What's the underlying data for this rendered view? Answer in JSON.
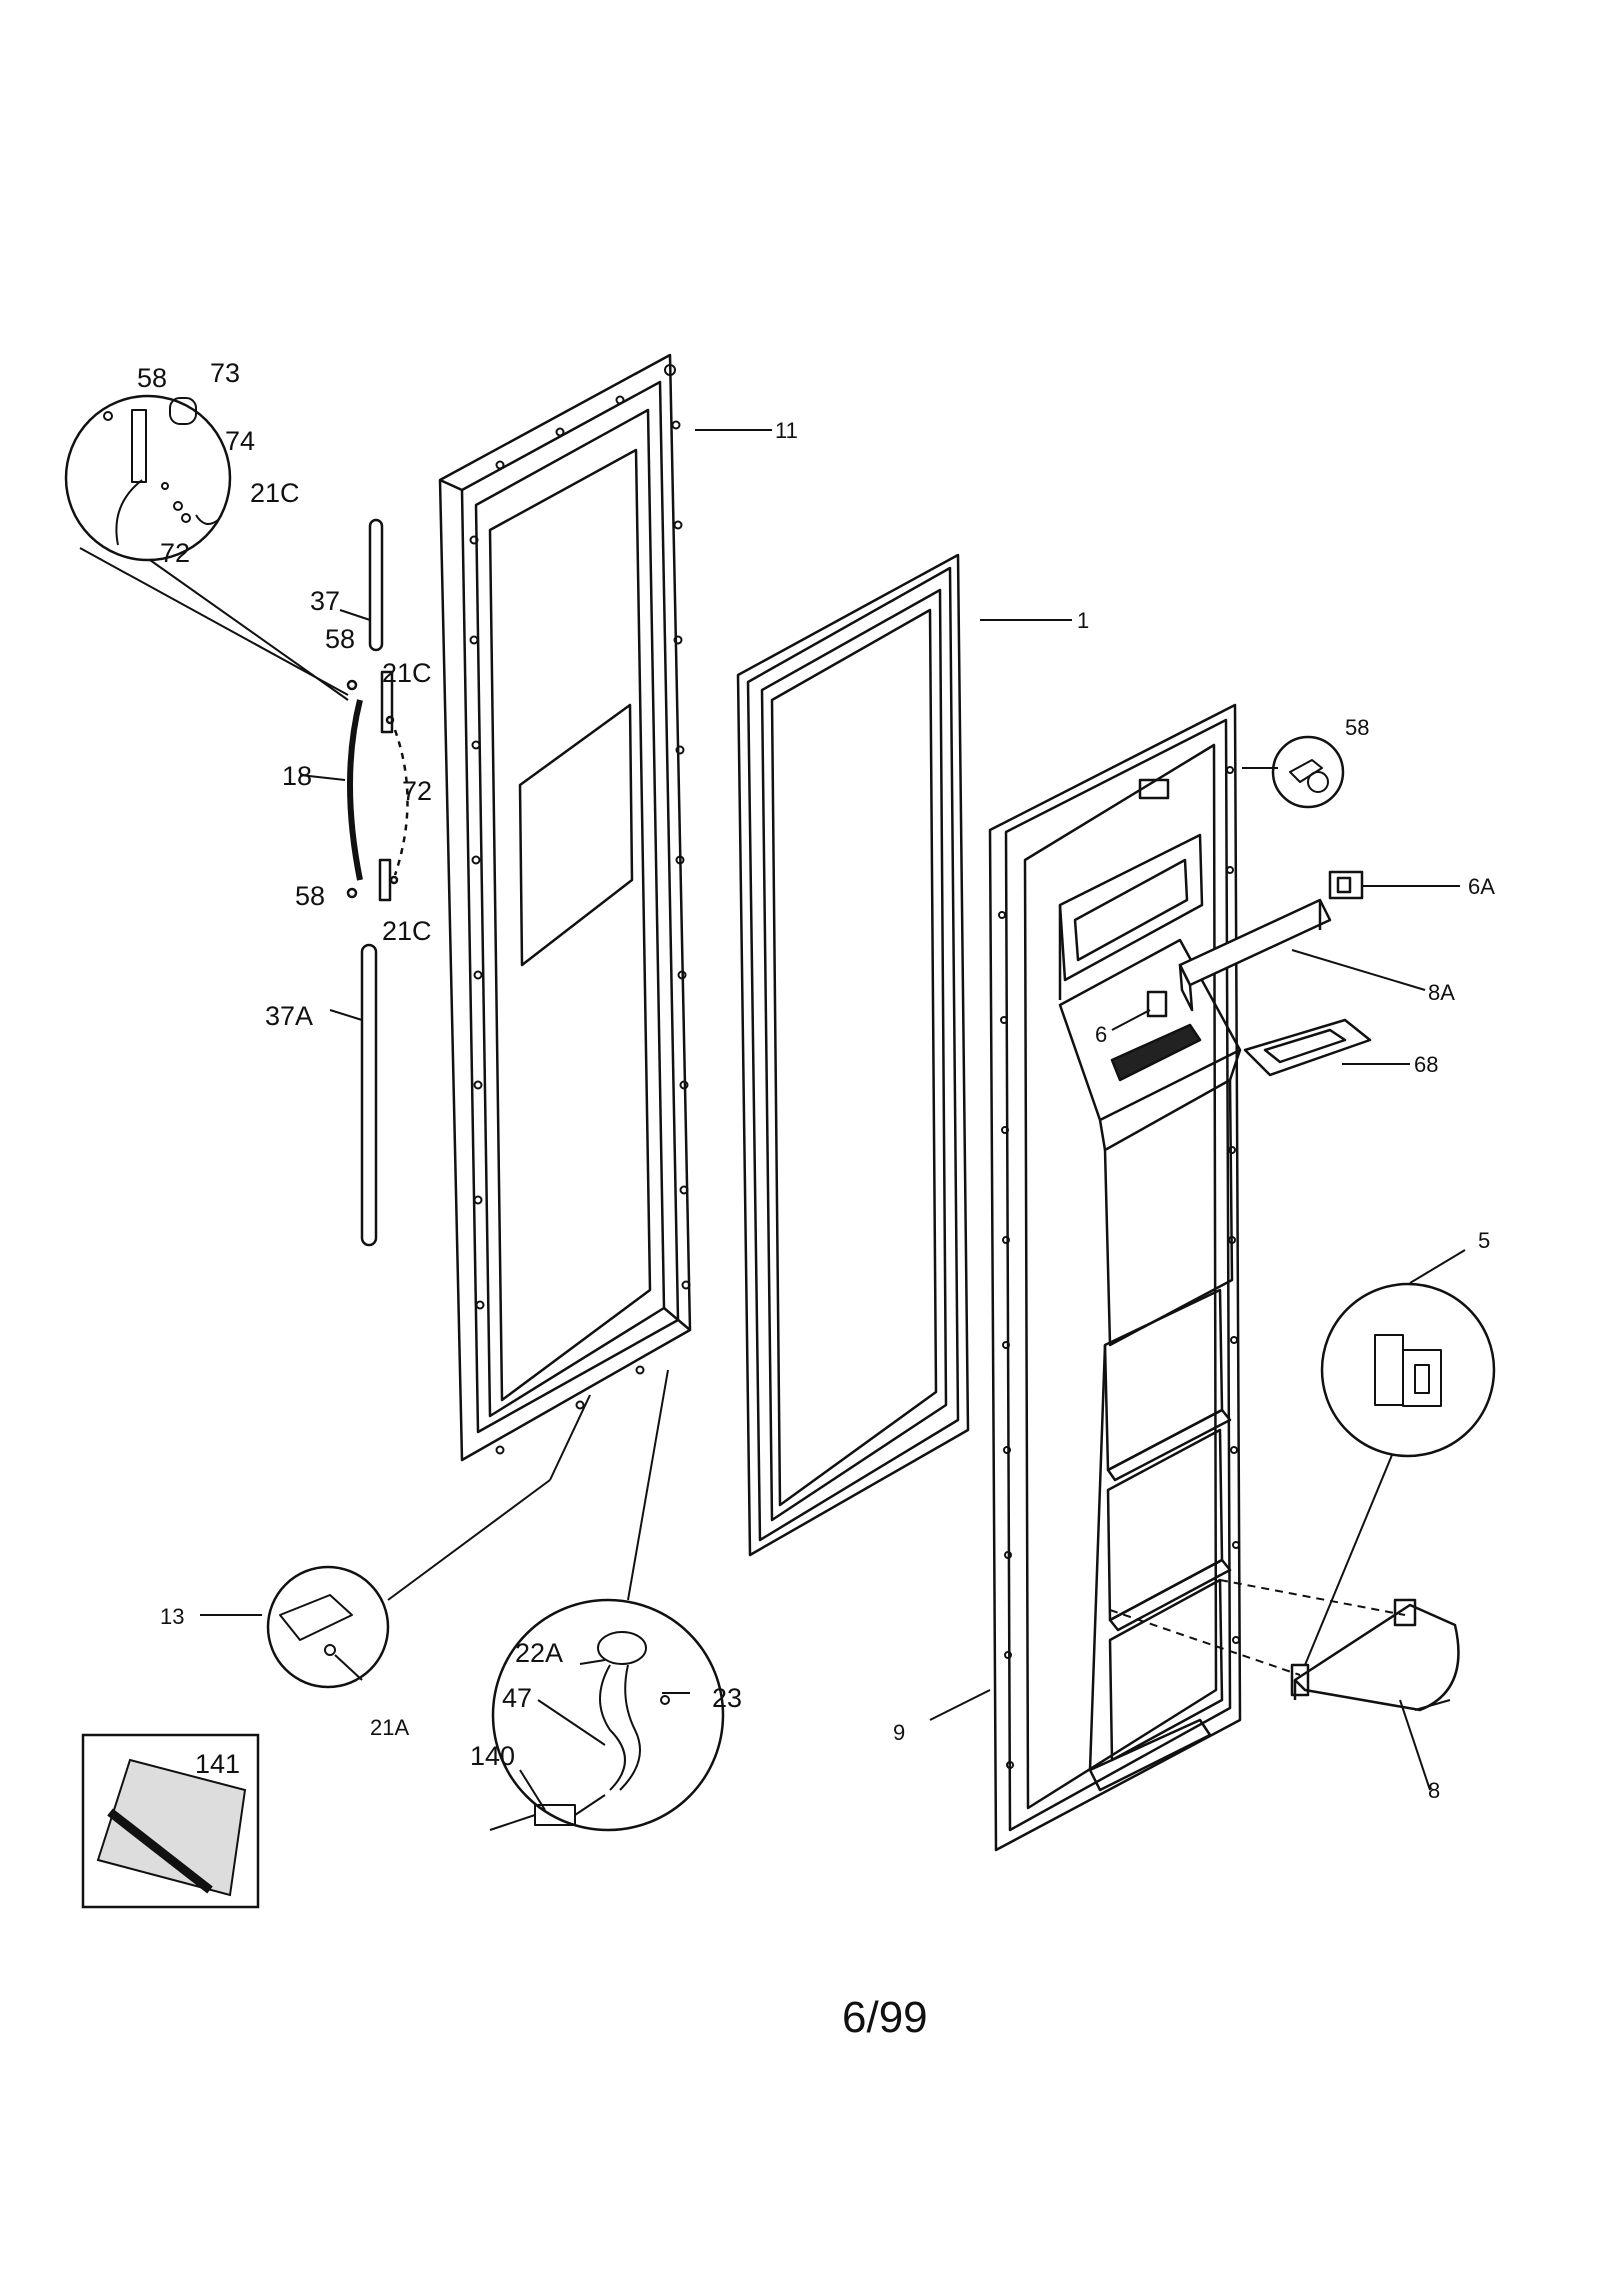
{
  "labels": {
    "l58a": "58",
    "l73": "73",
    "l74": "74",
    "l21c_a": "21C",
    "l72_a": "72",
    "l37": "37",
    "l58b": "58",
    "l21c_b": "21C",
    "l18": "18",
    "l72_b": "72",
    "l58c": "58",
    "l21c_c": "21C",
    "l37a": "37A",
    "l11": "11",
    "l1": "1",
    "l58d": "58",
    "l6a": "6A",
    "l8a": "8A",
    "l6": "6",
    "l68": "68",
    "l5": "5",
    "l13": "13",
    "l21a": "21A",
    "l22a": "22A",
    "l47": "47",
    "l23": "23",
    "l140": "140",
    "l9": "9",
    "l8": "8",
    "l141": "141"
  },
  "footer": {
    "page": "6/99"
  }
}
